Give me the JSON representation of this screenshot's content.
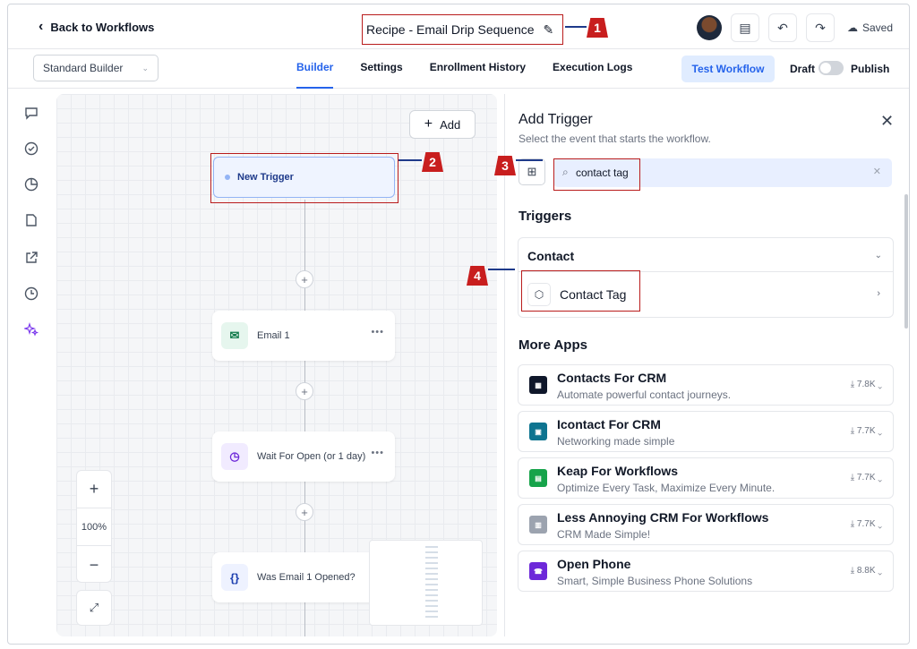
{
  "header": {
    "back_label": "Back to Workflows",
    "workflow_title": "Recipe - Email Drip Sequence",
    "saved_label": "Saved"
  },
  "subbar": {
    "builder_mode": "Standard Builder",
    "tabs": [
      "Builder",
      "Settings",
      "Enrollment History",
      "Execution Logs"
    ],
    "active_tab": "Builder",
    "test_label": "Test Workflow",
    "draft_label": "Draft",
    "publish_label": "Publish"
  },
  "canvas": {
    "add_label": "Add",
    "trigger_label": "New Trigger",
    "nodes": [
      "Email 1",
      "Wait For Open (or 1 day)",
      "Was Email 1 Opened?"
    ],
    "zoom_level": "100%"
  },
  "panel": {
    "title": "Add Trigger",
    "subtitle": "Select the event that starts the workflow.",
    "search_value": "contact tag",
    "triggers_heading": "Triggers",
    "group_name": "Contact",
    "trigger_item": "Contact Tag",
    "more_apps_heading": "More Apps",
    "apps": [
      {
        "name": "Contacts For CRM",
        "desc": "Automate powerful contact journeys.",
        "downloads": "7.8K"
      },
      {
        "name": "Icontact For CRM",
        "desc": "Networking made simple",
        "downloads": "7.7K"
      },
      {
        "name": "Keap For Workflows",
        "desc": "Optimize Every Task, Maximize Every Minute.",
        "downloads": "7.7K"
      },
      {
        "name": "Less Annoying CRM For Workflows",
        "desc": "CRM Made Simple!",
        "downloads": "7.7K"
      },
      {
        "name": "Open Phone",
        "desc": "Smart, Simple Business Phone Solutions",
        "downloads": "8.8K"
      }
    ]
  },
  "markers": [
    "1",
    "2",
    "3",
    "4"
  ],
  "colors": {
    "accent": "#2563eb",
    "marker": "#c81e1e",
    "highlight_border": "#b91c1c"
  }
}
